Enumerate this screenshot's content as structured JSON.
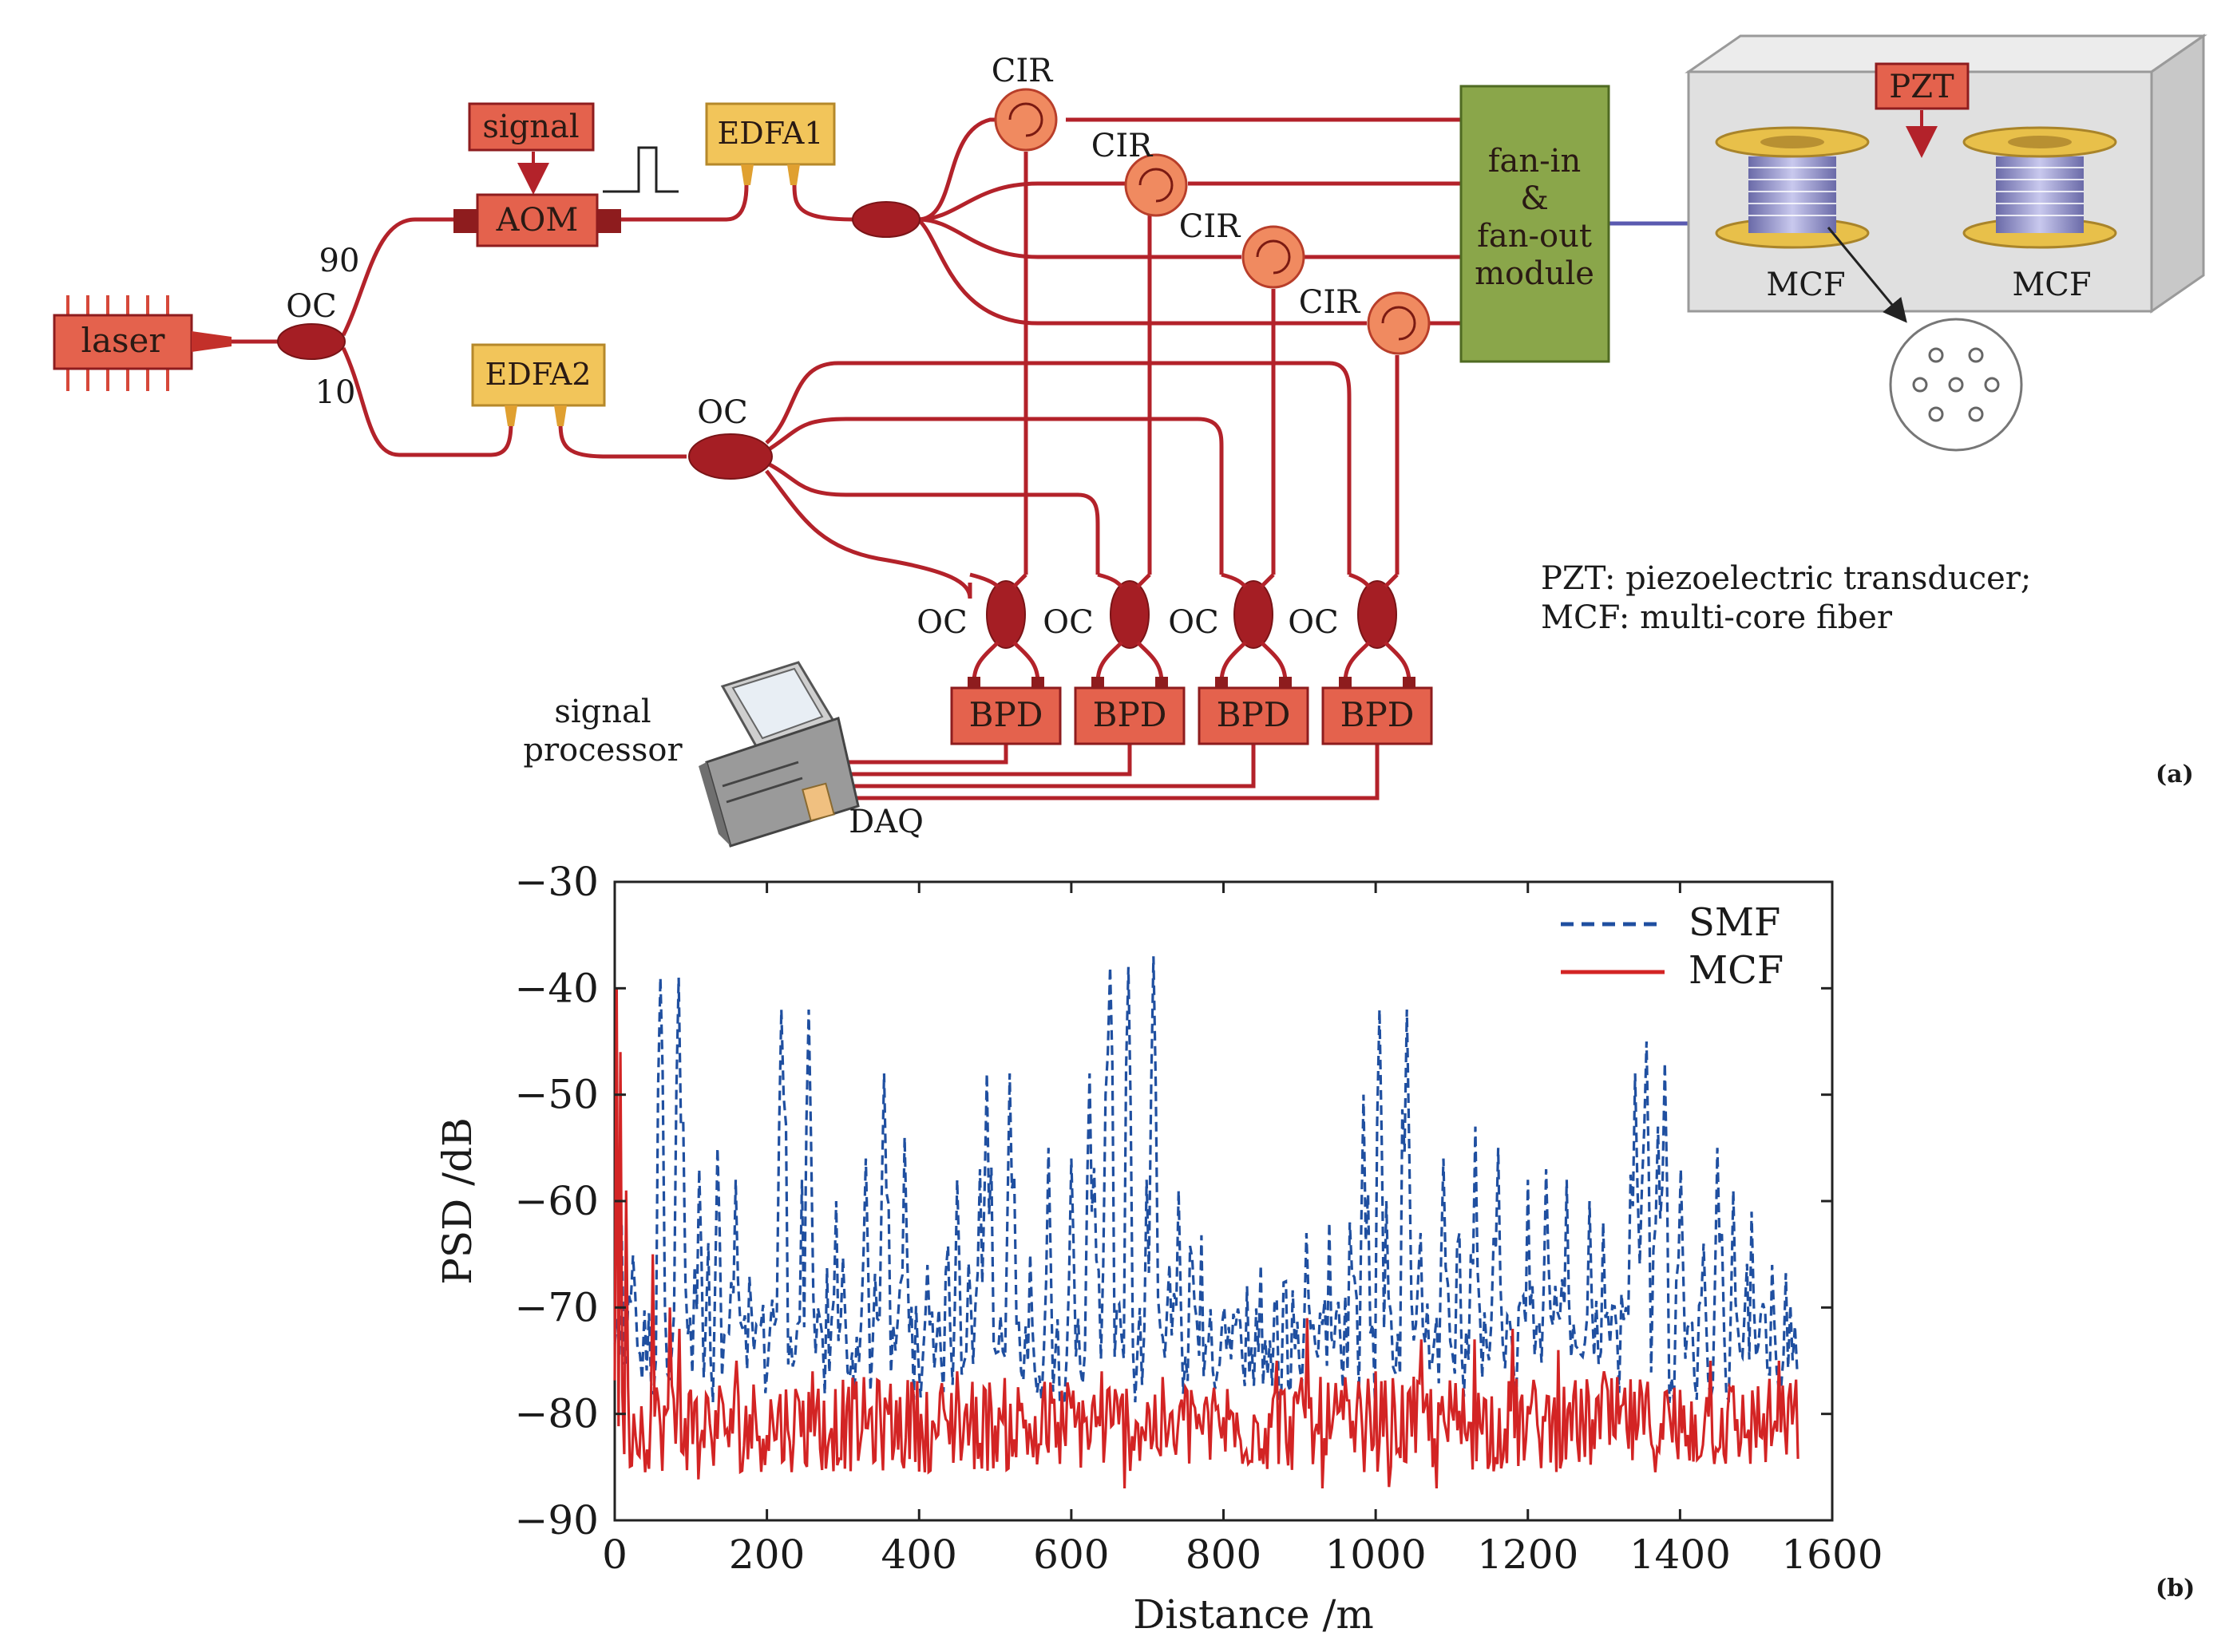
{
  "panel_a": {
    "panel_label": "(a)",
    "laser": "laser",
    "signal": "signal",
    "aom": "AOM",
    "edfa1": "EDFA1",
    "edfa2": "EDFA2",
    "oc": "OC",
    "split_90": "90",
    "split_10": "10",
    "cir": "CIR",
    "fan_module": [
      "fan-in",
      "&",
      "fan-out",
      "module"
    ],
    "pzt": "PZT",
    "mcf": "MCF",
    "bpd": "BPD",
    "signal_processor": [
      "signal",
      "processor"
    ],
    "daq": "DAQ",
    "legend_pzt": "PZT: piezoelectric transducer;",
    "legend_mcf": "MCF: multi-core fiber"
  },
  "chart_data": {
    "type": "line",
    "panel_label": "(b)",
    "xlabel": "Distance /m",
    "ylabel": "PSD /dB",
    "xlim": [
      0,
      1600
    ],
    "ylim": [
      -90,
      -30
    ],
    "xticks": [
      0,
      200,
      400,
      600,
      800,
      1000,
      1200,
      1400,
      1600
    ],
    "yticks": [
      -30,
      -40,
      -50,
      -60,
      -70,
      -80,
      -90
    ],
    "legend_position": "top-right",
    "series": [
      {
        "name": "SMF",
        "color": "#1f4fa0",
        "style": "dashed",
        "peaks": [
          [
            8,
            -62
          ],
          [
            60,
            -39
          ],
          [
            85,
            -39
          ],
          [
            110,
            -57
          ],
          [
            135,
            -55
          ],
          [
            160,
            -58
          ],
          [
            220,
            -42
          ],
          [
            245,
            -58
          ],
          [
            255,
            -42
          ],
          [
            290,
            -60
          ],
          [
            330,
            -56
          ],
          [
            355,
            -48
          ],
          [
            380,
            -54
          ],
          [
            410,
            -66
          ],
          [
            450,
            -58
          ],
          [
            480,
            -57
          ],
          [
            490,
            -48
          ],
          [
            520,
            -48
          ],
          [
            545,
            -65
          ],
          [
            570,
            -55
          ],
          [
            600,
            -56
          ],
          [
            625,
            -48
          ],
          [
            650,
            -38
          ],
          [
            675,
            -38
          ],
          [
            700,
            -58
          ],
          [
            708,
            -37
          ],
          [
            740,
            -59
          ],
          [
            770,
            -64
          ],
          [
            800,
            -70
          ],
          [
            830,
            -68
          ],
          [
            850,
            -66
          ],
          [
            880,
            -70
          ],
          [
            910,
            -63
          ],
          [
            940,
            -62
          ],
          [
            965,
            -62
          ],
          [
            985,
            -50
          ],
          [
            1005,
            -42
          ],
          [
            1015,
            -60
          ],
          [
            1040,
            -42
          ],
          [
            1060,
            -63
          ],
          [
            1090,
            -56
          ],
          [
            1110,
            -63
          ],
          [
            1130,
            -53
          ],
          [
            1160,
            -55
          ],
          [
            1200,
            -58
          ],
          [
            1225,
            -57
          ],
          [
            1250,
            -58
          ],
          [
            1280,
            -60
          ],
          [
            1300,
            -62
          ],
          [
            1340,
            -48
          ],
          [
            1355,
            -45
          ],
          [
            1370,
            -53
          ],
          [
            1380,
            -47
          ],
          [
            1400,
            -57
          ],
          [
            1430,
            -64
          ],
          [
            1450,
            -55
          ],
          [
            1470,
            -59
          ],
          [
            1495,
            -61
          ],
          [
            1520,
            -66
          ]
        ],
        "baseline": -74
      },
      {
        "name": "MCF",
        "color": "#d32424",
        "style": "solid",
        "peaks": [
          [
            3,
            -40
          ],
          [
            8,
            -46
          ],
          [
            14,
            -59
          ],
          [
            50,
            -65
          ],
          [
            72,
            -70
          ],
          [
            84,
            -72
          ],
          [
            160,
            -75
          ],
          [
            260,
            -76
          ],
          [
            390,
            -77
          ],
          [
            450,
            -76
          ],
          [
            640,
            -76
          ],
          [
            760,
            -79
          ],
          [
            870,
            -75
          ],
          [
            910,
            -71
          ],
          [
            1000,
            -76
          ],
          [
            1060,
            -73
          ],
          [
            1130,
            -73
          ],
          [
            1180,
            -72
          ],
          [
            1240,
            -74
          ],
          [
            1300,
            -76
          ],
          [
            1440,
            -75
          ],
          [
            1530,
            -75
          ]
        ],
        "baseline": -81
      }
    ]
  }
}
